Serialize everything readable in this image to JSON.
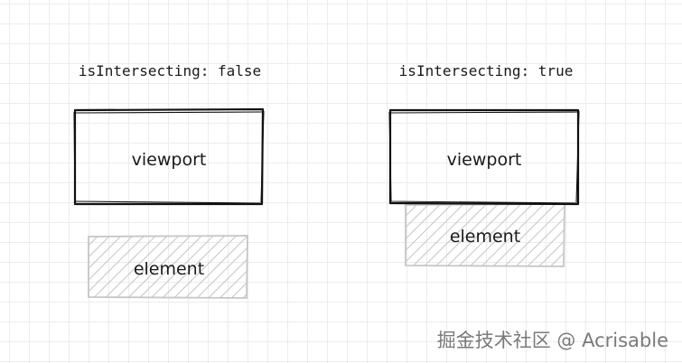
{
  "diagram": {
    "left": {
      "status_label": "isIntersecting: false",
      "viewport_label": "viewport",
      "element_label": "element"
    },
    "right": {
      "status_label": "isIntersecting: true",
      "viewport_label": "viewport",
      "element_label": "element"
    }
  },
  "watermark": {
    "text": "掘金技术社区 @ Acrisable"
  },
  "colors": {
    "stroke": "#111111",
    "hatch": "#c8c8c8",
    "grid": "#ececec",
    "watermark": "#7a7a7a"
  }
}
